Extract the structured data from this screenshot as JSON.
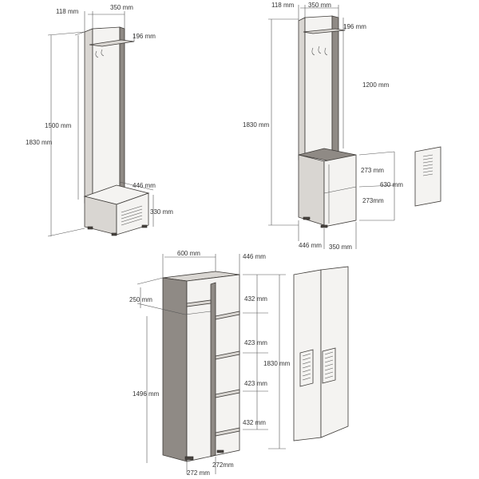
{
  "figure1": {
    "dims": {
      "depth_top": "118 mm",
      "width": "350 mm",
      "shelf": "196 mm",
      "height_inner": "1500 mm",
      "height_total": "1830 mm",
      "base_depth": "446 mm",
      "base_height": "330 mm"
    }
  },
  "figure2": {
    "dims": {
      "depth_top": "118 mm",
      "width": "350 mm",
      "shelf": "196 mm",
      "upper": "1200 mm",
      "height_total": "1830 mm",
      "shelf_a": "273 mm",
      "shelf_b": "273mm",
      "base_height": "630 mm",
      "base_depth": "446 mm",
      "base_width": "350 mm"
    }
  },
  "figure3": {
    "dims": {
      "width": "600 mm",
      "depth": "446 mm",
      "rail": "250 mm",
      "s1": "432 mm",
      "s2": "423 mm",
      "s3": "423 mm",
      "s4": "432 mm",
      "height_total": "1830 mm",
      "hang_height": "1496 mm",
      "bottom_a": "272mm",
      "bottom_b": "272 mm"
    }
  }
}
